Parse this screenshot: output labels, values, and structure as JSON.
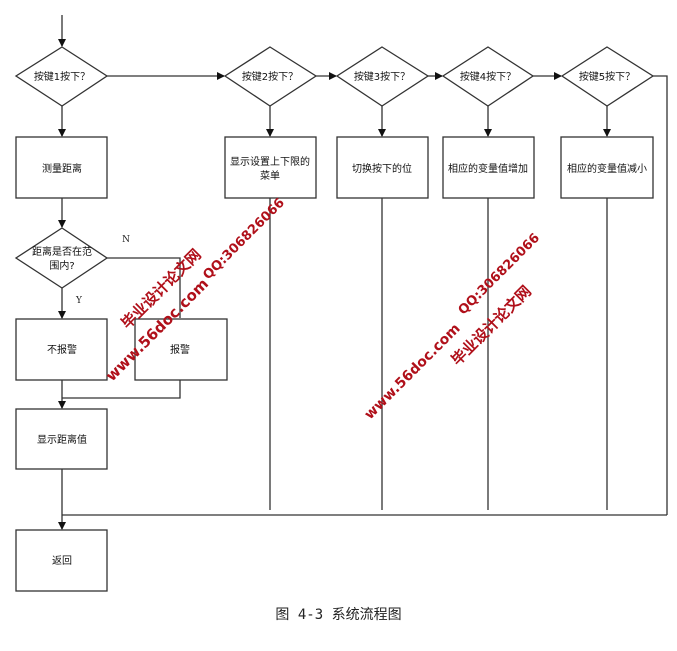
{
  "figure": {
    "caption": "图 4-3 系统流程图"
  },
  "nodes": {
    "key1": "按键1按下？",
    "key2": "按键2按下？",
    "key3": "按键3按下？",
    "key4": "按键4按下？",
    "key5": "按键5按下？",
    "measure": "测量距离",
    "menu_line1": "显示设置上下限的",
    "menu_line2": "菜单",
    "switch_bit": "切换按下的位",
    "inc": "相应的变量值增加",
    "dec": "相应的变量值减小",
    "range_line1": "距离是否在范",
    "range_line2": "围内?",
    "no_alarm": "不报警",
    "alarm": "报警",
    "show_dist": "显示距离值",
    "ret": "返回"
  },
  "branch_labels": {
    "no": "N",
    "yes": "Y"
  },
  "watermark": {
    "left_site": "www.56doc.com",
    "left_name": "毕业设计论文网",
    "left_qq": "QQ:306826066",
    "right_site": "www.56doc.com",
    "right_name": "毕业设计论文网",
    "right_qq": "QQ:306826066",
    "color": "#b0101a"
  }
}
